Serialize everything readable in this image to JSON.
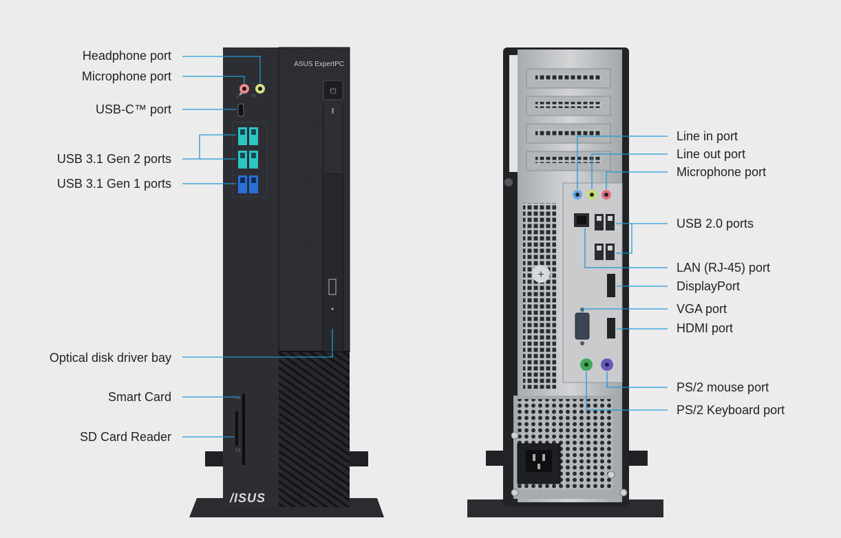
{
  "front_panel": {
    "brand_text": "ASUS ExpertPC",
    "logo_text": "/ISUS",
    "labels": {
      "headphone": "Headphone port",
      "microphone": "Microphone port",
      "usbc": "USB-C™ port",
      "usb_gen2": "USB 3.1 Gen 2 ports",
      "usb_gen1": "USB 3.1 Gen 1 ports",
      "optical": "Optical disk driver bay",
      "smartcard": "Smart Card",
      "sdcard": "SD Card Reader"
    }
  },
  "rear_panel": {
    "labels": {
      "line_in": "Line in port",
      "line_out": "Line out port",
      "microphone": "Microphone port",
      "usb20": "USB 2.0 ports",
      "lan": "LAN (RJ-45) port",
      "displayport": "DisplayPort",
      "vga": "VGA port",
      "hdmi": "HDMI port",
      "ps2_mouse": "PS/2 mouse port",
      "ps2_keyboard": "PS/2 Keyboard port"
    }
  },
  "colors": {
    "background": "#ececec",
    "leader_line": "#1e9ad6",
    "chassis": "#2b2d31",
    "usb_gen2": "#2ec4c4",
    "usb_gen1": "#2a6fd6",
    "audio_pink": "#f08a8a",
    "audio_green": "#c8e06e",
    "audio_blue": "#6aa6e0",
    "ps2_green": "#3faa5a",
    "ps2_purple": "#6a5ab8"
  }
}
